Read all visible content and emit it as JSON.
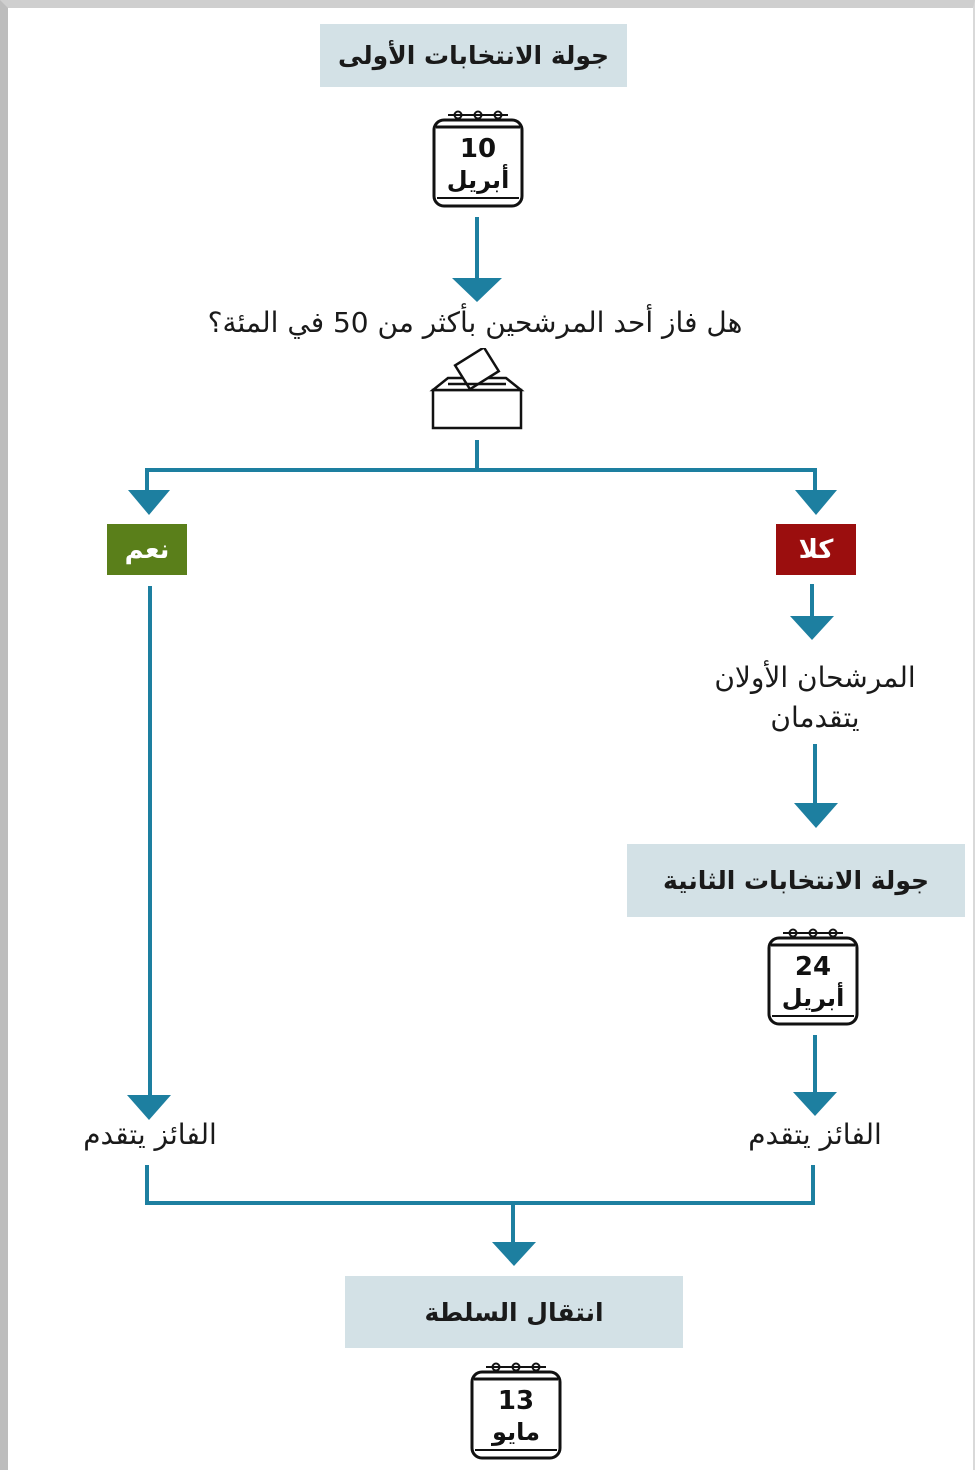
{
  "round1": {
    "title": "جولة الانتخابات الأولى",
    "day": "10",
    "month": "أبريل"
  },
  "question": "هل فاز أحد المرشحين بأكثر من 50 في المئة؟",
  "yes_label": "نعم",
  "no_label": "كلا",
  "top_two": {
    "line1": "المرشحان الأولان",
    "line2": "يتقدمان"
  },
  "round2": {
    "title": "جولة الانتخابات الثانية",
    "day": "24",
    "month": "أبريل"
  },
  "winner_left": "الفائز يتقدم",
  "winner_right": "الفائز يتقدم",
  "transfer": {
    "title": "انتقال السلطة",
    "day": "13",
    "month": "مايو"
  },
  "colors": {
    "arrow": "#1d7fa0",
    "box": "#d3e1e6",
    "yes": "#5a7f1a",
    "no": "#9b0e0e"
  }
}
